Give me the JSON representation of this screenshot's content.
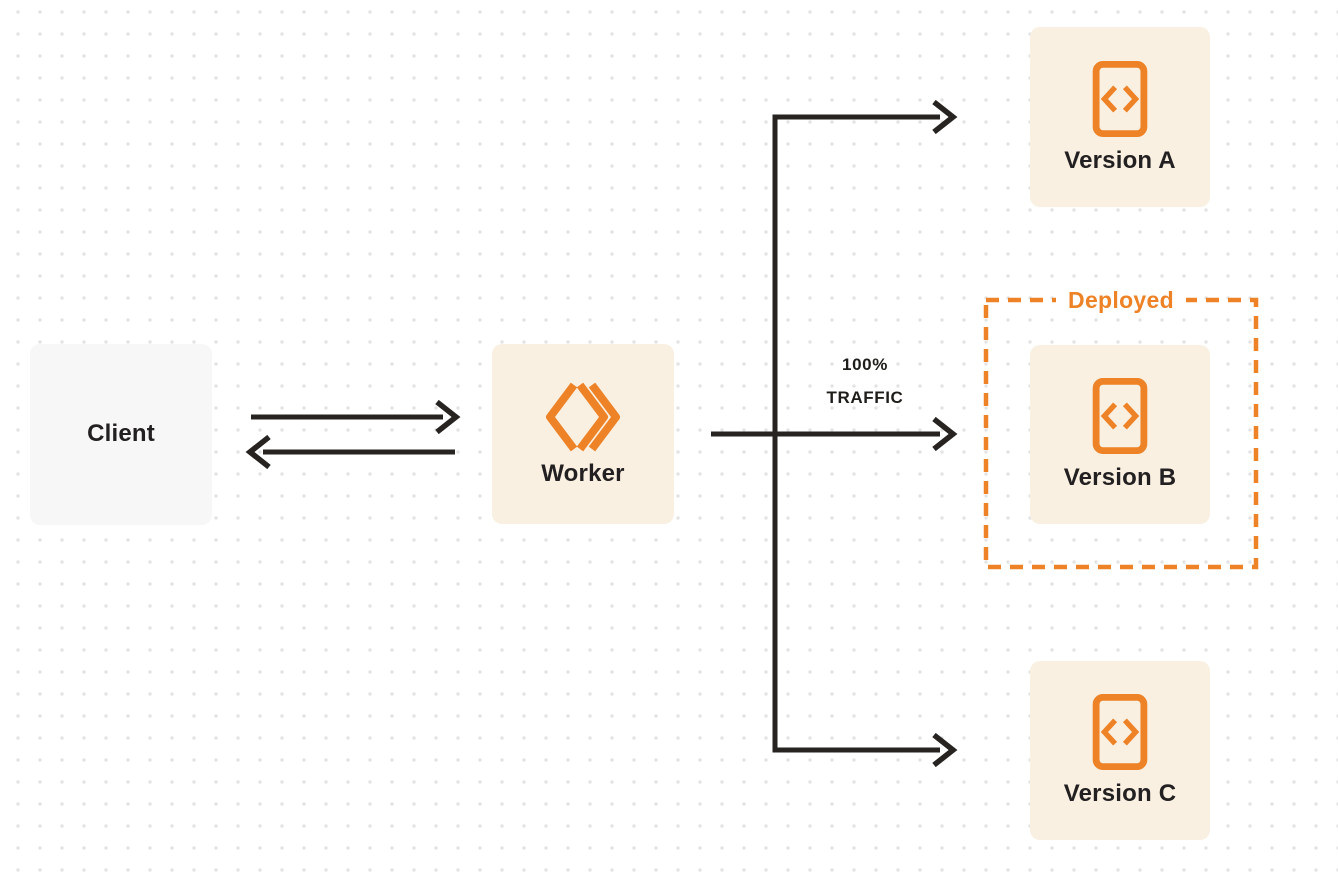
{
  "diagram": {
    "description": "Worker traffic-routing deployment diagram",
    "nodes": {
      "client": {
        "label": "Client"
      },
      "worker": {
        "label": "Worker"
      },
      "version_a": {
        "label": "Version A"
      },
      "version_b": {
        "label": "Version B"
      },
      "version_c": {
        "label": "Version C"
      }
    },
    "annotations": {
      "deployed_label": "Deployed",
      "traffic_line1": "100%",
      "traffic_line2": "TRAFFIC"
    },
    "edges": [
      {
        "from": "client",
        "to": "worker",
        "style": "arrow-right"
      },
      {
        "from": "worker",
        "to": "client",
        "style": "arrow-left"
      },
      {
        "from": "worker",
        "to": "version_a",
        "style": "branch-arrow"
      },
      {
        "from": "worker",
        "to": "version_b",
        "style": "branch-arrow",
        "label": "100% TRAFFIC"
      },
      {
        "from": "worker",
        "to": "version_c",
        "style": "branch-arrow"
      }
    ],
    "icons": {
      "worker_icon": "workers-chevrons-icon",
      "version_icon": "code-file-icon"
    },
    "colors": {
      "accent_orange": "#ee8226",
      "node_cream_bg": "#faf0e2",
      "client_gray_bg": "#f7f7f8",
      "arrow_dark": "#262320",
      "text_dark": "#232021",
      "dot_grid": "#e3e3e3",
      "page_bg": "#ffffff"
    }
  }
}
